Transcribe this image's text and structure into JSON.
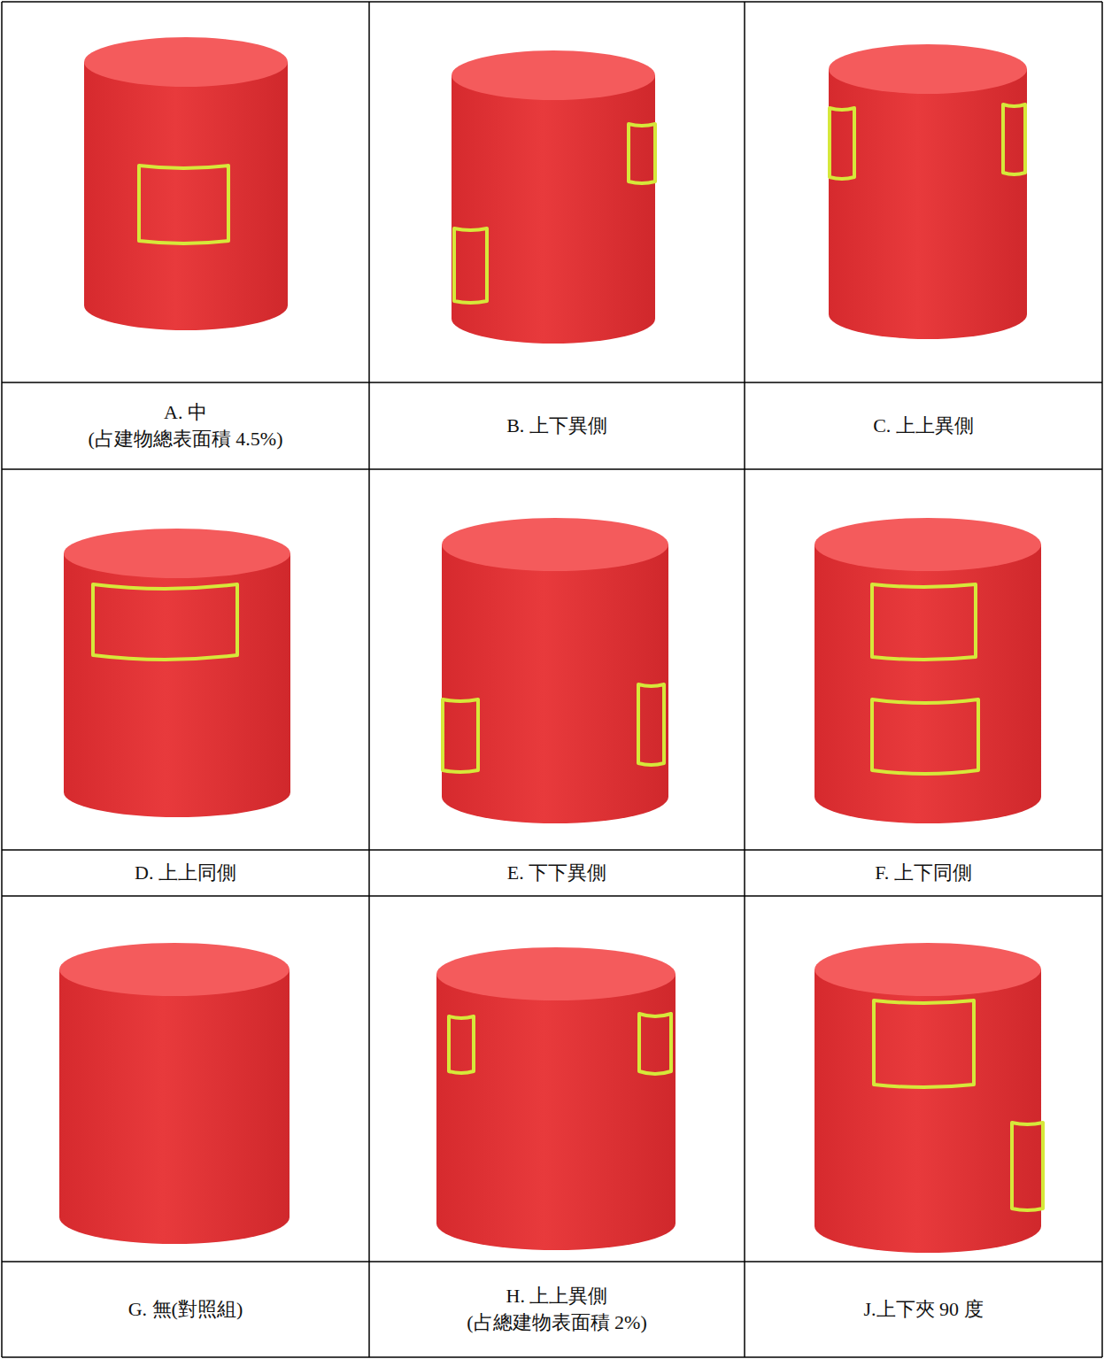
{
  "diagram": {
    "labels": [
      "A. 中",
      "(占建物總表面積 4.5%)",
      "B. 上下異側",
      "C. 上上異側",
      "D. 上上同側",
      "E. 下下異側",
      "F. 上下同側",
      "G. 無(對照組)",
      "H. 上上異側",
      "(占總建物表面積 2%)",
      "J.上下夾 90 度"
    ]
  }
}
